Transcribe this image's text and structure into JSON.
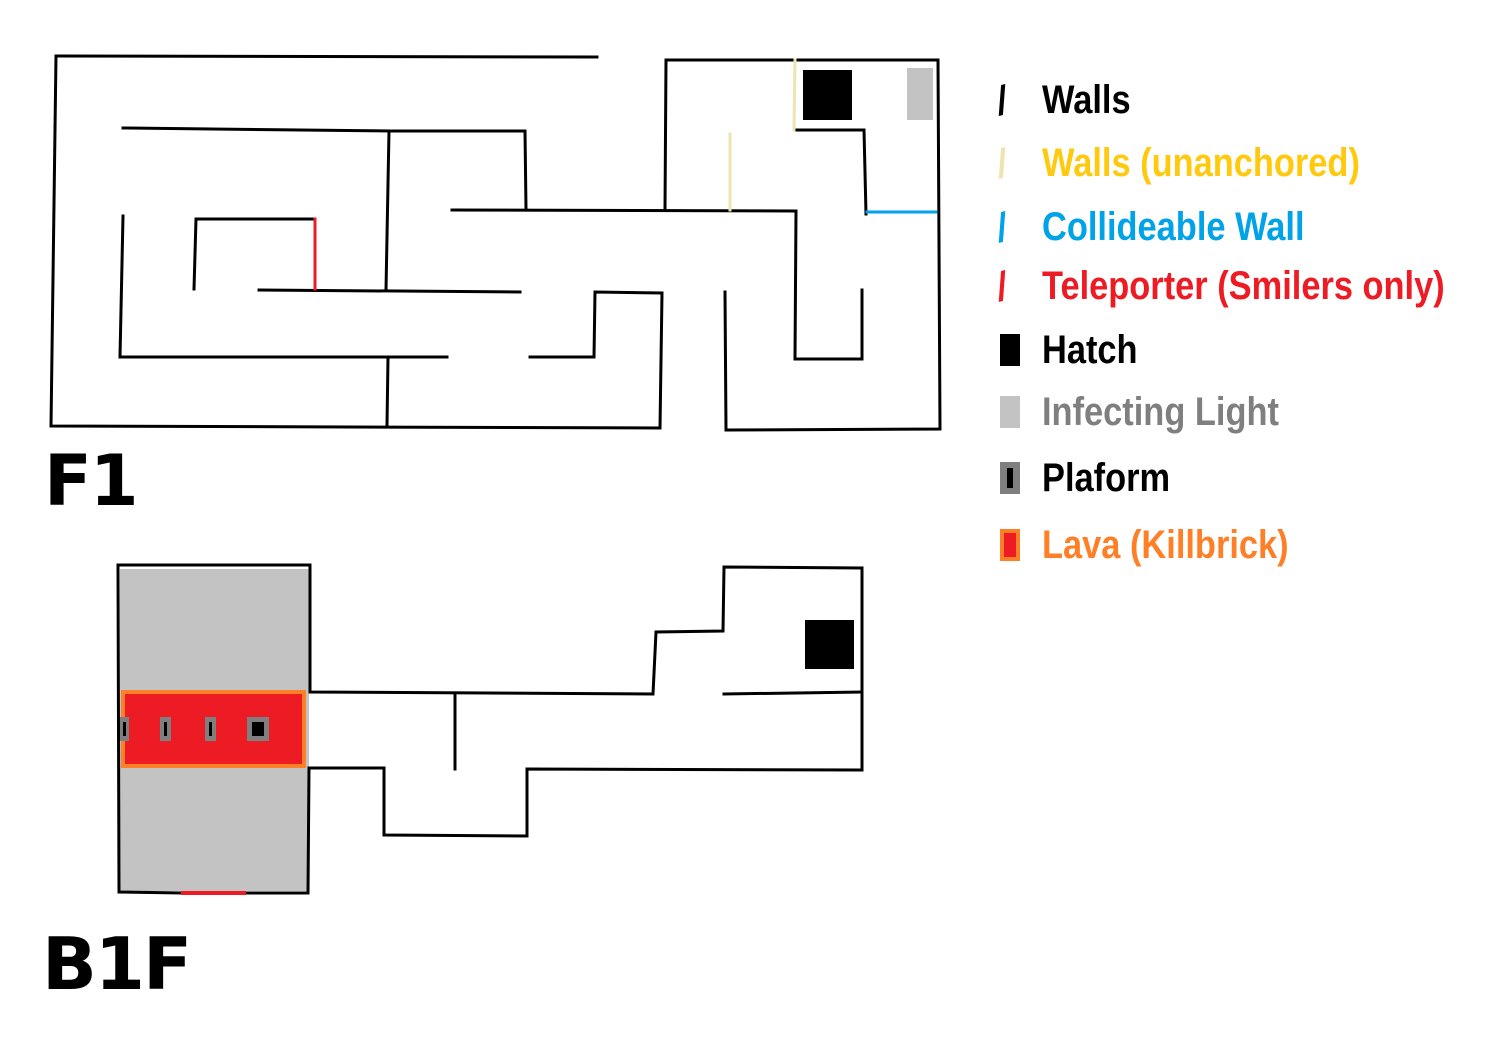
{
  "colors": {
    "wall": "#000000",
    "wall_unanchored": "#efe4b0",
    "collideable_wall": "#00a2e8",
    "teleporter": "#ed1c24",
    "hatch": "#000000",
    "infecting_light": "#c3c3c3",
    "platform_border": "#7f7f7f",
    "lava_fill": "#ed1c24",
    "lava_border": "#ff7f27"
  },
  "floors": {
    "f1_label": "F1",
    "b1f_label": "B1F"
  },
  "legend": {
    "items": [
      {
        "key": "walls",
        "label": "Walls",
        "text_color": "#000000",
        "icon": "black-slash"
      },
      {
        "key": "walls_unanchored",
        "label": "Walls (unanchored)",
        "text_color": "#ffc90e",
        "icon": "beige-slash"
      },
      {
        "key": "collideable_wall",
        "label": "Collideable Wall",
        "text_color": "#00a2e8",
        "icon": "blue-slash"
      },
      {
        "key": "teleporter",
        "label": "Teleporter (Smilers only)",
        "text_color": "#ed1c24",
        "icon": "red-slash"
      },
      {
        "key": "hatch",
        "label": "Hatch",
        "text_color": "#000000",
        "icon": "black-square"
      },
      {
        "key": "infecting_light",
        "label": "Infecting Light",
        "text_color": "#7f7f7f",
        "icon": "gray-square"
      },
      {
        "key": "platform",
        "label": "Plaform",
        "text_color": "#000000",
        "icon": "platform-square"
      },
      {
        "key": "lava",
        "label": "Lava (Killbrick)",
        "text_color": "#ff7f27",
        "icon": "lava-square"
      }
    ]
  }
}
